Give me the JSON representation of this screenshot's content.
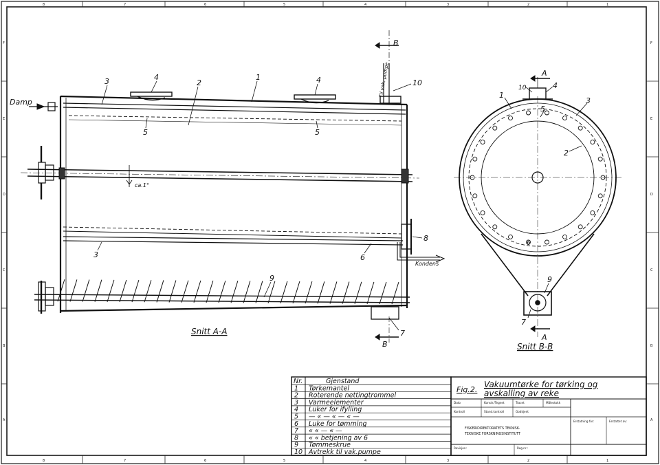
{
  "border": {
    "top_ticks": [
      "8",
      "7",
      "6",
      "5",
      "4",
      "3",
      "2",
      "1"
    ],
    "bottom_ticks": [
      "8",
      "7",
      "6",
      "5",
      "4",
      "3",
      "2",
      "1"
    ],
    "left_ticks": [
      "F",
      "E",
      "D",
      "C",
      "B",
      "A"
    ],
    "right_ticks": [
      "F",
      "E",
      "D",
      "C",
      "B",
      "A"
    ]
  },
  "section_aa": {
    "title": "Snitt A-A",
    "section_mark_top": "B",
    "section_mark_bottom": "B",
    "steam_label": "Damp",
    "condensate_label": "Kondens",
    "pipe_label": "Til vak. pumpe",
    "angle_label": "ca.1°",
    "callouts": [
      "3",
      "4",
      "2",
      "1",
      "4",
      "10",
      "5",
      "5",
      "8",
      "3",
      "6",
      "9",
      "7"
    ]
  },
  "section_bb": {
    "title": "Snitt B-B",
    "section_mark_top": "A",
    "section_mark_bottom": "A",
    "callouts": [
      "10",
      "4",
      "1",
      "5",
      "3",
      "2",
      "6",
      "9",
      "7"
    ]
  },
  "parts_list": {
    "header": [
      "Nr.",
      "Gjenstand"
    ],
    "rows": [
      [
        "1",
        "Tørkemantel"
      ],
      [
        "2",
        "Roterende nettingtrommel"
      ],
      [
        "3",
        "Varmeelementer"
      ],
      [
        "4",
        "Luker for ifylling"
      ],
      [
        "5",
        "— « —  «  — « —"
      ],
      [
        "6",
        "Luke for tømming"
      ],
      [
        "7",
        "«  «  — « —"
      ],
      [
        "8",
        "«  «  betjening av 6"
      ],
      [
        "9",
        "Tømmeskrue"
      ],
      [
        "10",
        "Avtrekk til vak.pumpe"
      ]
    ]
  },
  "title_block": {
    "fig_label": "Fig.2.",
    "title_line1": "Vakuumtørke for tørking og",
    "title_line2": "avskalling av reke",
    "date_label": "Dato",
    "drawn_label": "Konstr./Tegnet",
    "trace_label": "Tracet",
    "scale_label": "Målestokk",
    "check_label": "Kontroll",
    "std_label": "Stand.kontroll",
    "approved_label": "Godkjent",
    "institute_line1": "FISKERIDIREKTORATETS TEKNISK-",
    "institute_line2": "TEKNISKE FORSKNINGSINSTITUTT",
    "replaces_label": "Erstatning for:",
    "replaced_by_label": "Erstattet av:",
    "revision_label": "Revisjon:",
    "reg_label": "Reg.nr.:"
  }
}
